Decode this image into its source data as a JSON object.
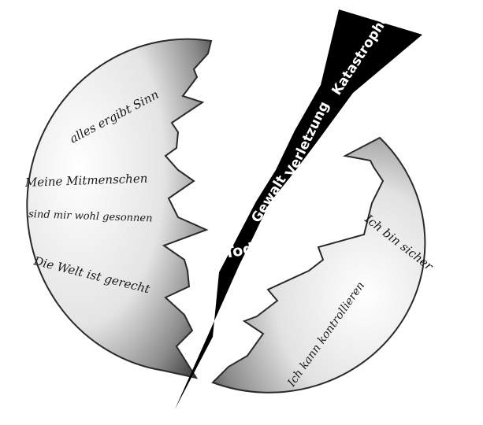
{
  "left_fragment": {
    "lines": [
      "alles ergibt Sinn",
      "Meine Mitmenschen",
      "sind mir wohl gesonnen",
      "Die Welt ist gerecht"
    ]
  },
  "right_fragment": {
    "lines": [
      "Ich bin sicher",
      "Ich kann kontrollieren"
    ]
  },
  "bolt": {
    "labels": [
      "Tod",
      "Gewalt",
      "Verletzung",
      "Katastrophe"
    ]
  }
}
